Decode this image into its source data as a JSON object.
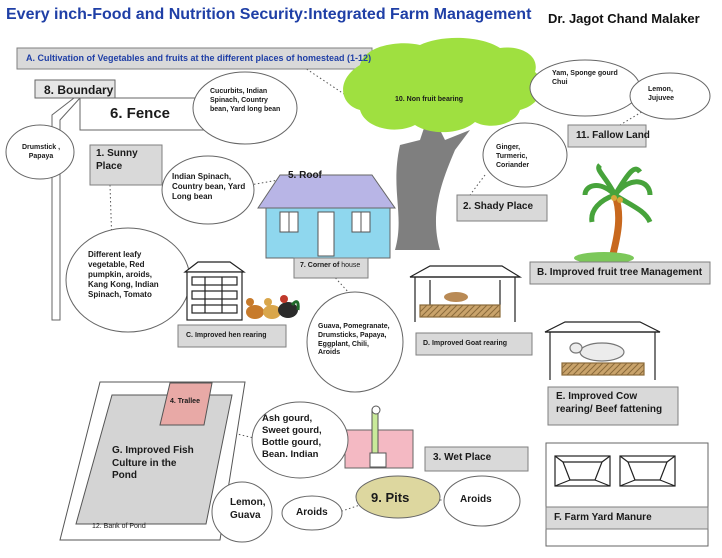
{
  "title": "Every inch-Food and Nutrition Security:Integrated Farm Management",
  "author": "Dr. Jagot Chand Malaker",
  "labels": {
    "a_cultivation": "A. Cultivation of Vegetables and fruits at the different places of homestead (1-12)",
    "boundary": "8. Boundary",
    "fence": "6. Fence",
    "sunny_place": "1. Sunny Place",
    "roof": "5. Roof",
    "corner_of": "7. Corner of ",
    "corner_house": "house",
    "shady_place": "2. Shady Place",
    "non_fruit": "10. Non fruit bearing",
    "fallow_land": "11. Fallow Land",
    "fruit_tree": "B. Improved fruit tree Management",
    "hen_rearing": "C. Improved hen rearing",
    "goat_rearing": "D. Improved Goat rearing",
    "cow_rearing": "E. Improved Cow rearing/ Beef fattening",
    "fym": "F. Farm Yard Manure",
    "fish_culture": "G. Improved Fish Culture in the Pond",
    "trallee": "4. Trallee",
    "bank_pond": "12. Bank of Pond",
    "wet_place": "3. Wet Place",
    "pits": "9. Pits"
  },
  "notes": {
    "drumstick": "Drumstick , Papaya",
    "cucurbits": "Cucurbits, Indian Spinach, Country bean, Yard long bean",
    "leafy": "Different leafy vegetable, Red pumpkin, aroids, Kang Kong, Indian Spinach, Tomato",
    "roof_crops": "Indian Spinach, Country bean, Yard Long bean",
    "yam": "Yam, Sponge gourd Chui",
    "lemon_jujuvee": "Lemon, Jujuvee",
    "ginger": "Ginger, Turmeric, Coriander",
    "corner_crops": "Guava, Pomegranate, Drumsticks, Papaya, Eggplant, Chili, Aroids",
    "gourds": "Ash gourd, Sweet gourd, Bottle gourd, Bean. Indian",
    "lemon_guava": "Lemon, Guava",
    "aroids_left": "Aroids",
    "aroids_right": "Aroids"
  },
  "colors": {
    "title": "#1f3fa6",
    "label_box": "#d9d9d9",
    "tree_canopy": "#9fe040",
    "tree_trunk": "#7f7f7f",
    "roof": "#b8b5e6",
    "house_wall": "#8fd7ee",
    "pond": "#d4d4d4",
    "trallee": "#e8a9a6",
    "wet_place": "#f4b9c3",
    "pits": "#ddd79f",
    "palm_leaves": "#47a33b",
    "palm_trunk": "#c8681e"
  }
}
